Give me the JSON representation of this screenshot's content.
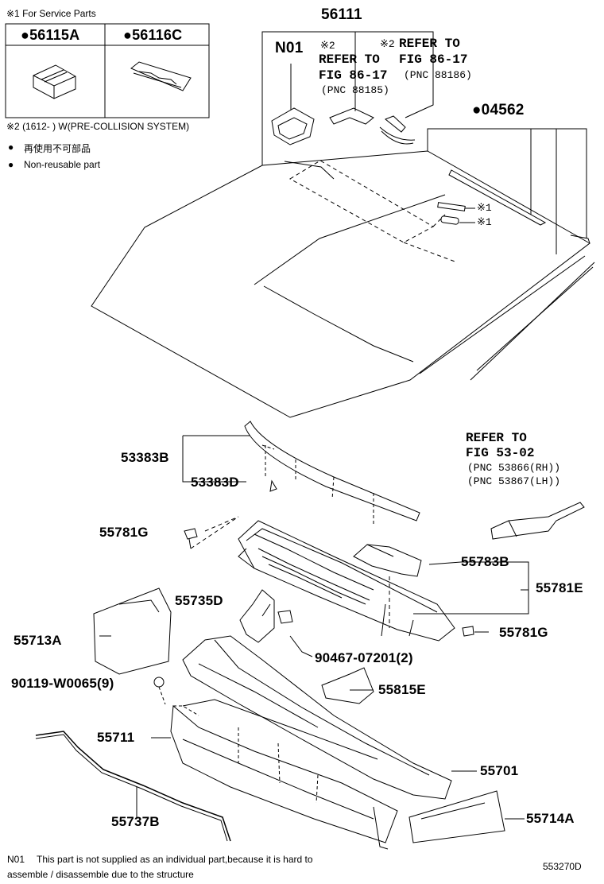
{
  "legend": {
    "service_parts_note": "※1 For Service Parts",
    "part_a": "●56115A",
    "part_b": "●56116C",
    "precollision_note": "※2 (1612-      ) W(PRE-COLLISION SYSTEM)",
    "nonreusable_jp": "再使用不可部品",
    "nonreusable_en": "Non-reusable part",
    "bullet": "●"
  },
  "callouts": {
    "p56111": "56111",
    "n01": "N01",
    "mark2a": "※2",
    "ref_a_line1": "REFER TO",
    "ref_a_line2": "FIG 86-17",
    "ref_a_line3": "(PNC 88185)",
    "mark2b": "※2",
    "ref_b_line1": "REFER TO",
    "ref_b_line2": "FIG 86-17",
    "ref_b_line3": "(PNC 88186)",
    "p04562": "●04562",
    "mark1a": "※1",
    "mark1b": "※1",
    "p53383B": "53383B",
    "p53383D": "53383D",
    "ref_c_line1": "REFER TO",
    "ref_c_line2": "FIG 53-02",
    "ref_c_line3": "(PNC 53866(RH))",
    "ref_c_line4": "(PNC 53867(LH))",
    "p55781G_left": "55781G",
    "p55783B": "55783B",
    "p55781E": "55781E",
    "p55735D": "55735D",
    "p55713A": "55713A",
    "p55781G_right": "55781G",
    "p90467": "90467-07201(2)",
    "p90119": "90119-W0065(9)",
    "p55815E": "55815E",
    "p55711": "55711",
    "p55701": "55701",
    "p55714A": "55714A",
    "p55737B": "55737B"
  },
  "footer": {
    "n01_label": "N01",
    "n01_text_line1": "This part is not supplied as an individual part,because it is hard to",
    "n01_text_line2": "assemble / disassemble due to the structure",
    "diagram_id": "553270D"
  }
}
